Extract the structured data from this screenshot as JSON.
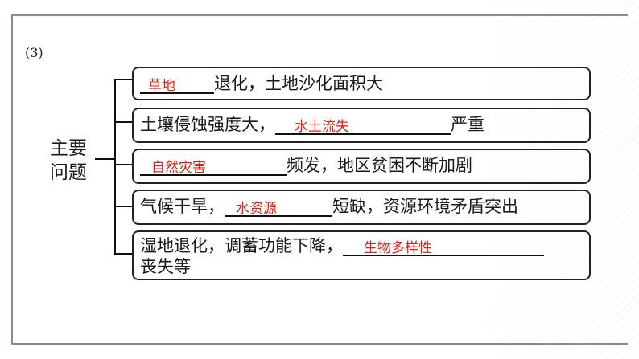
{
  "question_number": "(3)",
  "main_label": "主要问题",
  "main_label_lines": [
    "主要",
    "问题"
  ],
  "rows": [
    {
      "pre": "",
      "answer": "草地",
      "post": "退化，土地沙化面积大"
    },
    {
      "pre": "土壤侵蚀强度大，",
      "answer": "水土流失",
      "post": "严重"
    },
    {
      "pre": "",
      "answer": "自然灾害",
      "post": "频发，地区贫困不断加剧"
    },
    {
      "pre": "气候干旱，",
      "answer": "水资源",
      "post": "短缺，资源环境矛盾突出"
    },
    {
      "pre": "湿地退化，调蓄功能下降，",
      "answer": "生物多样性",
      "post": "丧失等"
    }
  ],
  "colors": {
    "answer": "#d9241b",
    "frame": "#8a8a8a"
  }
}
